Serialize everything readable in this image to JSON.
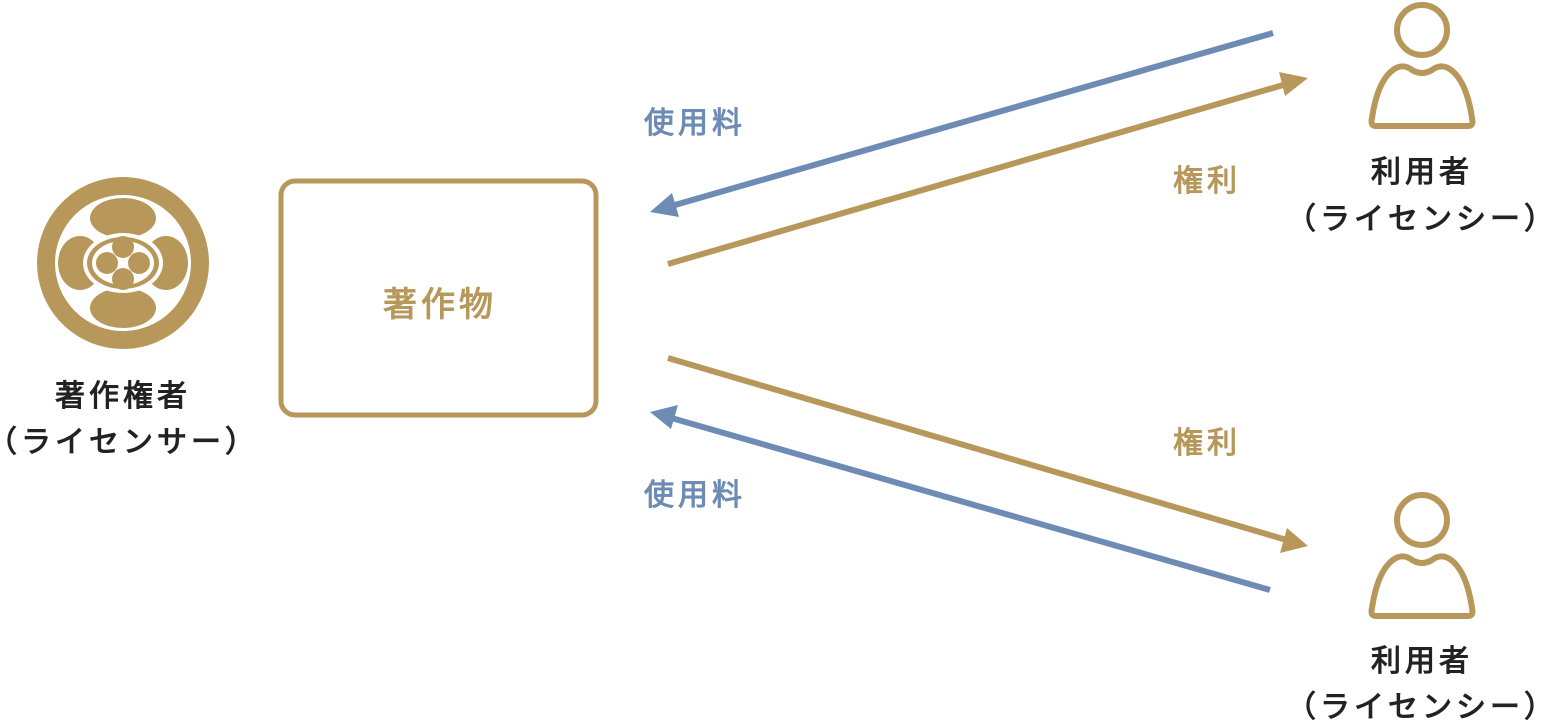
{
  "colors": {
    "gold": "#b8985a",
    "blue": "#6d8bb3",
    "text": "#222222"
  },
  "licensor": {
    "name": "著作権者",
    "role": "（ライセンサー）",
    "icon": "family-crest-icon"
  },
  "work": {
    "label": "著作物"
  },
  "flows": {
    "top_fee": "使用料",
    "top_right": "権利",
    "bottom_right": "権利",
    "bottom_fee": "使用料"
  },
  "licensees": [
    {
      "name": "利用者",
      "role": "（ライセンシー）",
      "icon": "person-icon"
    },
    {
      "name": "利用者",
      "role": "（ライセンシー）",
      "icon": "person-icon"
    }
  ]
}
